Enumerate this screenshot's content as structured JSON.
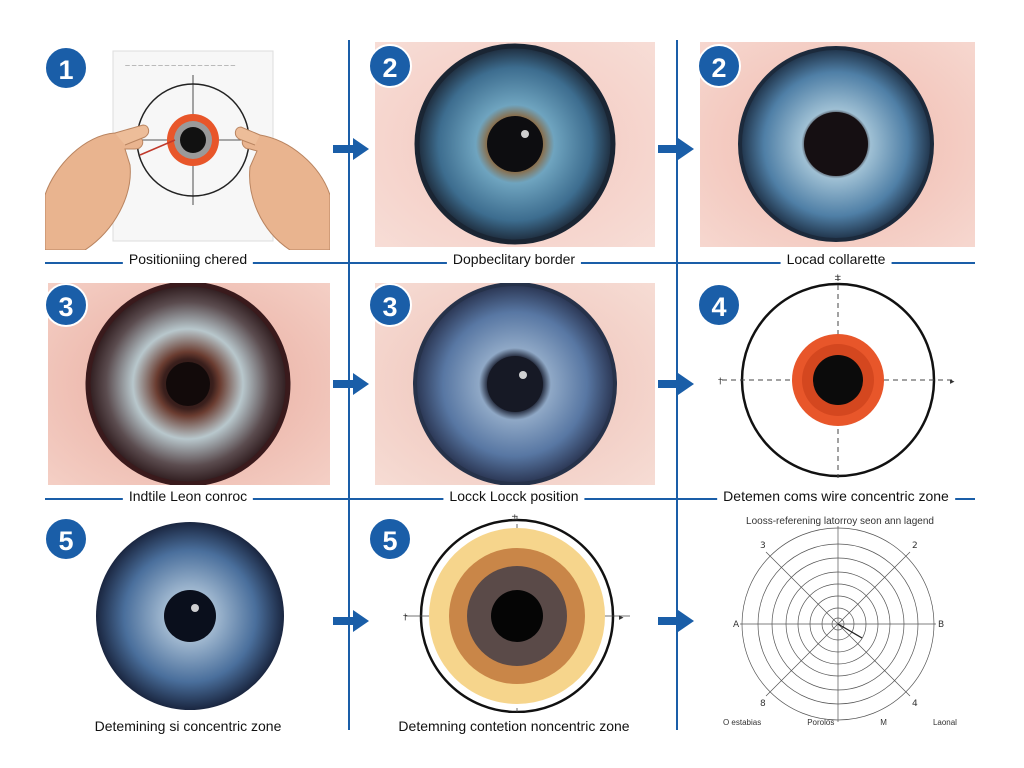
{
  "colors": {
    "accent": "#1a5ea8",
    "iris_blue": "#3a6d94",
    "zone_orange": "#e8562a",
    "zone_yellow": "#f6d58c",
    "zone_brown": "#c98648"
  },
  "icons": {
    "step": "numbered-circle-badge",
    "flow": "right-arrow"
  },
  "steps": [
    {
      "badge": "1",
      "caption": "Positioniing chered"
    },
    {
      "badge": "2",
      "caption": "Dopbeclitary border"
    },
    {
      "badge": "2",
      "caption": "Locad collarette"
    },
    {
      "badge": "3",
      "caption": "Indtile Leon conroc"
    },
    {
      "badge": "3",
      "caption": "Locck Locck position"
    },
    {
      "badge": "4",
      "caption": "Detemen coms wire concentric zone"
    },
    {
      "badge": "5",
      "caption": "Detemining si concentric zone"
    },
    {
      "badge": "5",
      "caption": "Detemning contetion noncentric zone"
    },
    {
      "badge": "",
      "caption": ""
    }
  ],
  "chart_panel": {
    "title": "Looss-referening latorroy seon ann lagend",
    "legend": [
      "O estabias",
      "Porolos",
      "M",
      "Laonal"
    ]
  }
}
